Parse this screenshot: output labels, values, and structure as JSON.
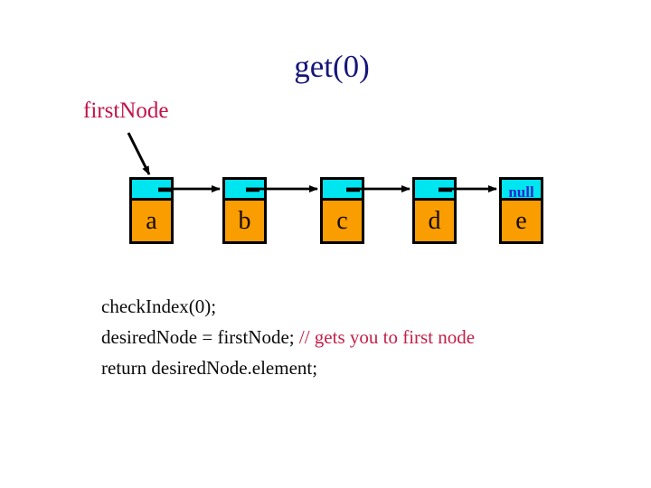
{
  "slide": {
    "title": "get(0)",
    "diagram": {
      "pointer_label": "firstNode",
      "null_label": "null",
      "nodes": [
        {
          "value": "a"
        },
        {
          "value": "b"
        },
        {
          "value": "c"
        },
        {
          "value": "d"
        },
        {
          "value": "e"
        }
      ]
    },
    "code": {
      "lines": [
        {
          "code": "checkIndex(0);",
          "comment": ""
        },
        {
          "code": "desiredNode = firstNode; ",
          "comment": "// gets you to first node"
        },
        {
          "code": "return desiredNode.element;",
          "comment": ""
        }
      ]
    },
    "colors": {
      "background": "#FFFFFF",
      "title_text": "#16167A",
      "pointer_label_text": "#C11349",
      "comment_text": "#C2204A",
      "node_pointer_bg": "#00E6F0",
      "node_element_bg": "#F99D00",
      "null_text": "#2727CE",
      "arrow": "#000000"
    }
  }
}
